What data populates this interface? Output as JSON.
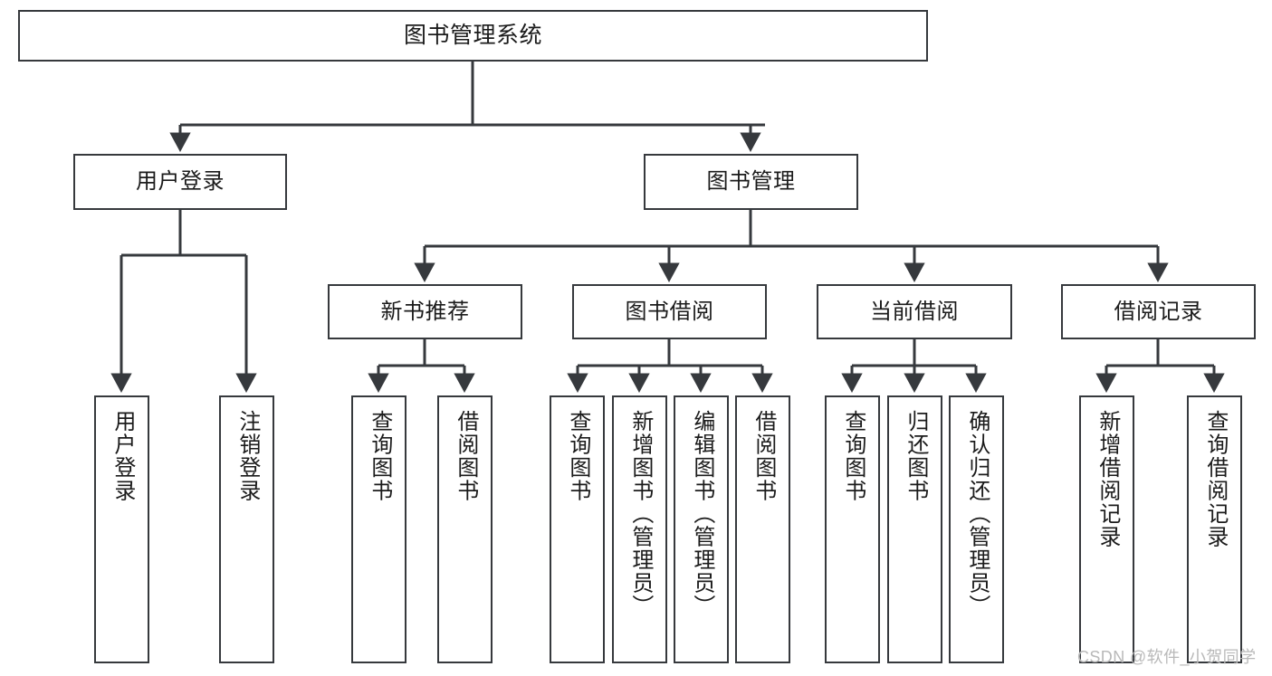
{
  "diagram": {
    "type": "tree-hierarchy",
    "title": "图书管理系统",
    "watermark": "CSDN @软件_小贺同学",
    "style": {
      "box_border_color": "#36393d",
      "box_fill_color": "#ffffff",
      "connector_color": "#36393d",
      "background": "#ffffff",
      "watermark_color": "#b9b9b9"
    },
    "levels": {
      "root": {
        "label": "图书管理系统"
      },
      "level2": [
        {
          "label": "用户登录"
        },
        {
          "label": "图书管理"
        }
      ],
      "level3": [
        {
          "label": "新书推荐"
        },
        {
          "label": "图书借阅"
        },
        {
          "label": "当前借阅"
        },
        {
          "label": "借阅记录"
        }
      ],
      "leaves": [
        {
          "label": "用户登录",
          "parent": "用户登录"
        },
        {
          "label": "注销登录",
          "parent": "用户登录"
        },
        {
          "label": "查询图书",
          "parent": "新书推荐"
        },
        {
          "label": "借阅图书",
          "parent": "新书推荐"
        },
        {
          "label": "查询图书",
          "parent": "图书借阅"
        },
        {
          "label": "新增图书（管理员）",
          "parent": "图书借阅"
        },
        {
          "label": "编辑图书（管理员）",
          "parent": "图书借阅"
        },
        {
          "label": "借阅图书",
          "parent": "图书借阅"
        },
        {
          "label": "查询图书",
          "parent": "当前借阅"
        },
        {
          "label": "归还图书",
          "parent": "当前借阅"
        },
        {
          "label": "确认归还（管理员）",
          "parent": "当前借阅"
        },
        {
          "label": "新增借阅记录",
          "parent": "借阅记录"
        },
        {
          "label": "查询借阅记录",
          "parent": "借阅记录"
        }
      ]
    }
  }
}
